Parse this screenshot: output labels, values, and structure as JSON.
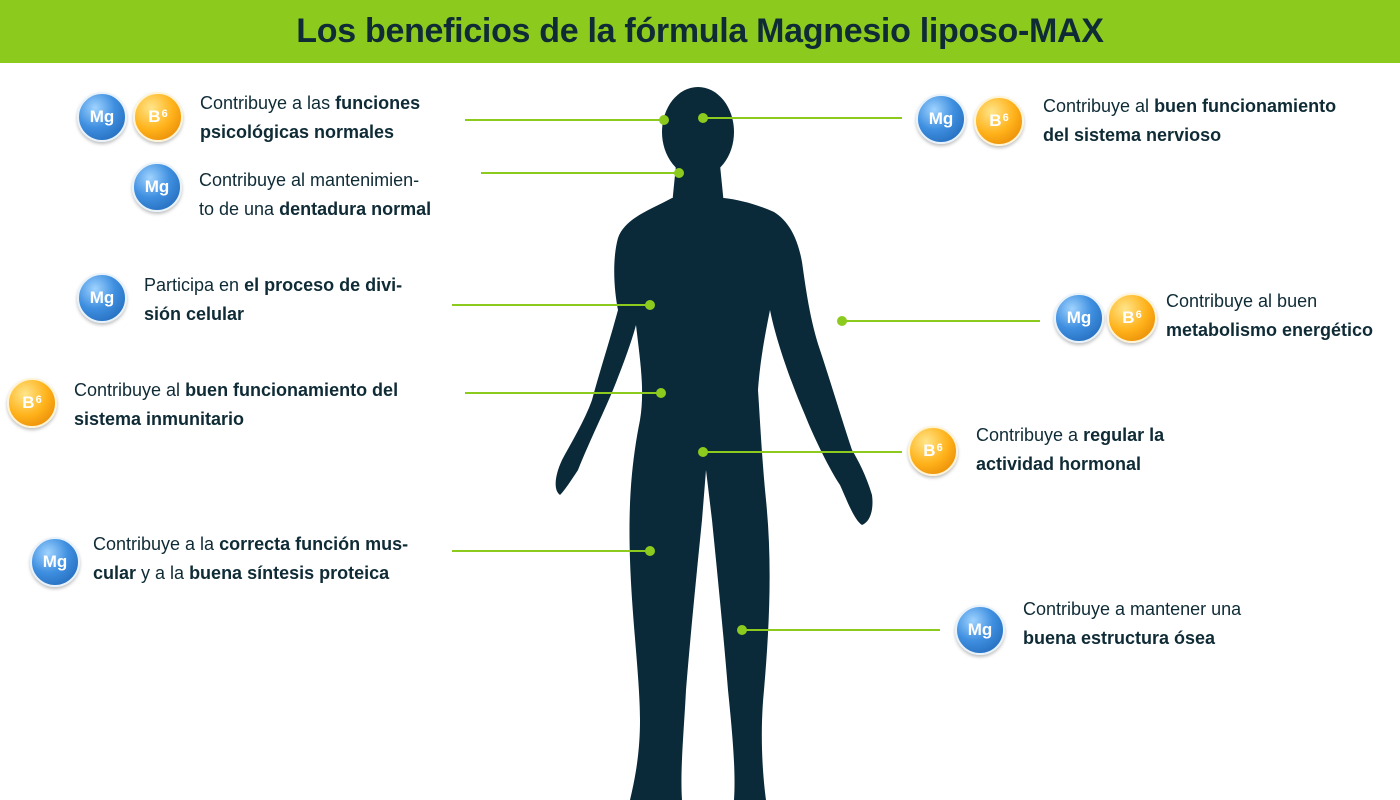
{
  "header": {
    "title": "Los beneficios de la fórmula Magnesio liposo-MAX"
  },
  "badges": {
    "mg_label": "Mg",
    "b_label": "B",
    "b_sup": "6"
  },
  "colors": {
    "header_bg": "#8ccb1e",
    "silhouette": "#0a2a3a",
    "connector": "#8ccb1e"
  },
  "benefits": [
    {
      "id": "psicologicas",
      "line1_pre": "Contribuye a las ",
      "line1_bold": "funciones",
      "line2_bold": "psicológicas normales",
      "line2_post": "",
      "badges": [
        "mg",
        "b6"
      ]
    },
    {
      "id": "dentadura",
      "line1_pre": "Contribuye al mantenimien-",
      "line1_bold": "",
      "line2_pre": "to de una ",
      "line2_bold": "dentadura normal",
      "badges": [
        "mg"
      ]
    },
    {
      "id": "division",
      "line1_pre": "Participa en ",
      "line1_bold": "el proceso de divi-",
      "line2_bold": "sión celular",
      "badges": [
        "mg"
      ]
    },
    {
      "id": "inmunitario",
      "line1_pre": "Contribuye al ",
      "line1_bold": "buen funcionamiento del",
      "line2_bold": "sistema inmunitario",
      "badges": [
        "b6"
      ]
    },
    {
      "id": "muscular",
      "line1_pre": "Contribuye a la ",
      "line1_bold": "correcta función mus-",
      "line2_bold": "cular",
      "line2_mid": " y a la ",
      "line2_bold2": "buena síntesis proteica",
      "badges": [
        "mg"
      ]
    },
    {
      "id": "nervioso",
      "line1_pre": "Contribuye al ",
      "line1_bold": "buen funcionamiento",
      "line2_bold": "del sistema nervioso",
      "badges": [
        "mg",
        "b6"
      ]
    },
    {
      "id": "metabolismo",
      "line1_pre": "Contribuye al buen",
      "line1_bold": "",
      "line2_bold": "metabolismo energético",
      "badges": [
        "mg",
        "b6"
      ]
    },
    {
      "id": "hormonal",
      "line1_pre": "Contribuye a ",
      "line1_bold": "regular la",
      "line2_bold": "actividad hormonal",
      "badges": [
        "b6"
      ]
    },
    {
      "id": "osea",
      "line1_pre": "Contribuye a mantener una",
      "line1_bold": "",
      "line2_bold": "buena estructura ósea",
      "badges": [
        "mg"
      ]
    }
  ]
}
